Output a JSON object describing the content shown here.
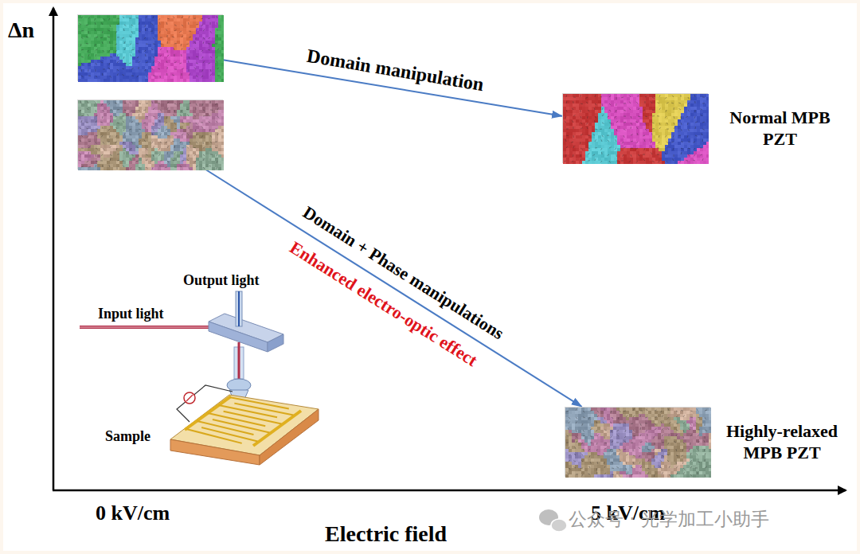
{
  "diagram": {
    "nodes": [
      {
        "text": []
      },
      {
        "text": [
          "Normal MPB PZT"
        ]
      },
      {
        "text": []
      },
      {
        "text": [
          "Highly-relaxed MPB PZT"
        ]
      }
    ],
    "edges": [
      {
        "from": 0,
        "to": 1,
        "arrow": "to",
        "label": "Domain manipulation"
      },
      {
        "from": 2,
        "to": 3,
        "arrow": "to",
        "label": "Domain + Phase manipulations"
      }
    ],
    "labels": [
      "Δn",
      "Enhanced electro-optic effect",
      "Output light",
      "Input light",
      "Sample",
      "0 kV/cm",
      "5 kV/cm",
      "Electric field",
      "公众号 · 光学加工小助手"
    ]
  }
}
